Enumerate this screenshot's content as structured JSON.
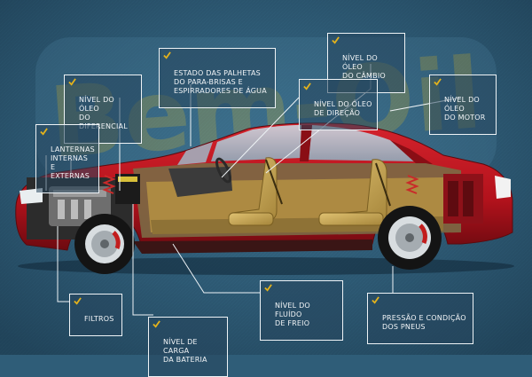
{
  "watermark": "Bem-Oil",
  "colors": {
    "background": "#2f5d78",
    "car_body": "#b3121c",
    "interior": "#c7a44e",
    "callout_border": "#eef3f6",
    "check_accent": "#e3b21c"
  },
  "callouts": [
    {
      "id": "diferencial",
      "text": "NÍVEL DO ÓLEO\nDO DIFERENCIAL"
    },
    {
      "id": "palhetas",
      "text": "ESTADO DAS PALHETAS\nDO PARA-BRISAS E\nESPIRRADORES DE ÁGUA"
    },
    {
      "id": "cambio",
      "text": "NÍVEL DO ÓLEO\nDO CÂMBIO"
    },
    {
      "id": "direcao",
      "text": "NÍVEL DO ÓLEO\nDE DIREÇÃO"
    },
    {
      "id": "motor",
      "text": "NÍVEL DO ÓLEO\nDO MOTOR"
    },
    {
      "id": "lanternas",
      "text": "LANTERNAS\nINTERNAS E\nEXTERNAS"
    },
    {
      "id": "filtros",
      "text": "FILTROS"
    },
    {
      "id": "fluido",
      "text": "NÍVEL DO FLUÍDO\nDE FREIO"
    },
    {
      "id": "pneus",
      "text": "PRESSÃO E CONDIÇÃO\nDOS PNEUS"
    },
    {
      "id": "bateria",
      "text": "NÍVEL DE CARGA\nDA BATERIA"
    }
  ]
}
